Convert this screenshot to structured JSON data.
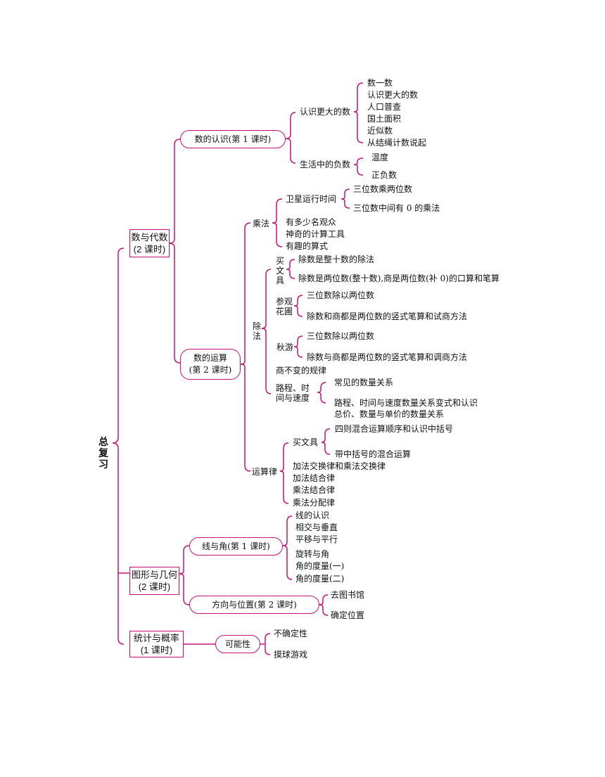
{
  "root": "总复习",
  "sections": {
    "number_algebra": {
      "line1": "数与代数",
      "line2": "(2 课时)"
    },
    "geometry": {
      "line1": "图形与几何",
      "line2": "(2 课时)"
    },
    "statistics": {
      "line1": "统计与概率",
      "line2": "(1 课时)"
    }
  },
  "lessons": {
    "recognition": "数的认识(第 1 课时)",
    "operation": {
      "line1": "数的运算",
      "line2": "(第 2 课时)"
    },
    "lines_angles": "线与角(第 1 课时)",
    "direction": "方向与位置(第 2 课时)",
    "possibility": "可能性"
  },
  "recognition": {
    "big_numbers": "认识更大的数",
    "big_items": [
      "数一数",
      "认识更大的数",
      "人口普查",
      "国土面积",
      "近似数",
      "从结绳计数说起"
    ],
    "negative": "生活中的负数",
    "negative_items": [
      "温度",
      "正负数"
    ]
  },
  "operation": {
    "multiplication": "乘法",
    "satellite": "卫星运行时间",
    "satellite_items": [
      "三位数乘两位数",
      "三位数中间有 0 的乘法"
    ],
    "mult_items": [
      "有多少名观众",
      "神奇的计算工具",
      "有趣的算式"
    ],
    "division": "除法",
    "stationery": "买文具",
    "stationery_items": [
      "除数是整十数的除法",
      "除数是两位数(整十数),商是两位数(补 0)的口算和笔算"
    ],
    "garden": "参观花圃",
    "garden_items": [
      "三位数除以两位数",
      "除数和商都是两位数的竖式笔算和试商方法"
    ],
    "outing": "秋游",
    "outing_items": [
      "三位数除以两位数",
      "除数与商都是两位数的竖式笔算和调商方法"
    ],
    "quotient_rule": "商不变的规律",
    "journey": "路程、时间与速度",
    "journey_items": [
      "常见的数量关系",
      "路程、时间与速度数量关系变式和认识",
      "总价、数量与单价的数量关系"
    ],
    "laws": "运算律",
    "laws_stationery": "买文具",
    "laws_stationery_items": [
      "四则混合运算顺序和认识中括号",
      "带中括号的混合运算"
    ],
    "laws_items": [
      "加法交换律和乘法交换律",
      "加法结合律",
      "乘法结合律",
      "乘法分配律"
    ]
  },
  "geometry": {
    "lines_items": [
      "线的认识",
      "相交与垂直",
      "平移与平行",
      "旋转与角",
      "角的度量(一)",
      "角的度量(二)"
    ],
    "direction_items": [
      "去图书馆",
      "确定位置"
    ]
  },
  "statistics": {
    "possibility_items": [
      "不确定性",
      "摸球游戏"
    ]
  },
  "colors": {
    "line": "#c8127a"
  }
}
